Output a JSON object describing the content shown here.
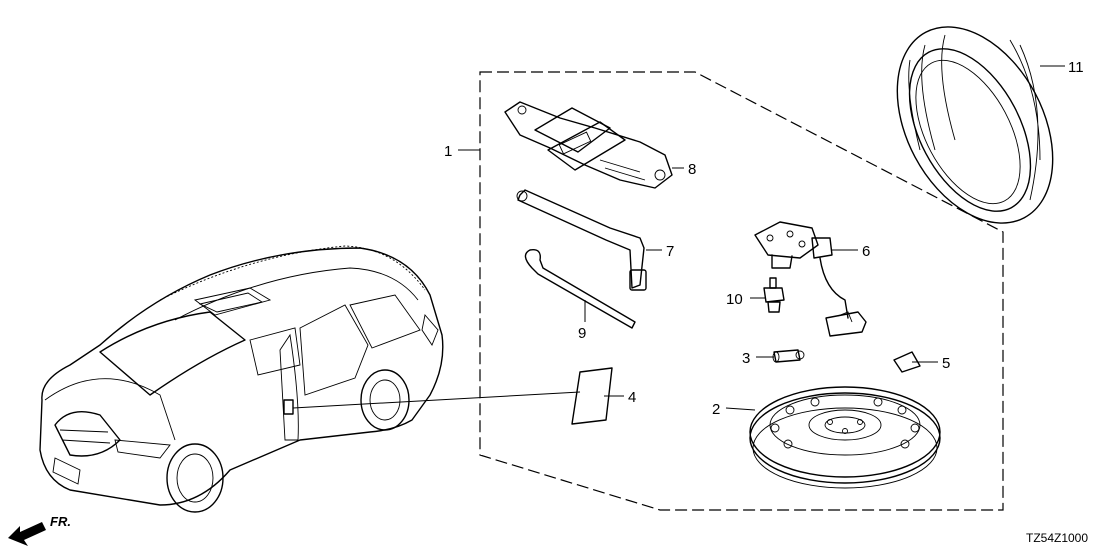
{
  "callouts": {
    "c1": "1",
    "c2": "2",
    "c3": "3",
    "c4": "4",
    "c5": "5",
    "c6": "6",
    "c7": "7",
    "c8": "8",
    "c9": "9",
    "c10": "10",
    "c11": "11"
  },
  "direction_label": "FR.",
  "diagram_code": "TZ54Z1000"
}
